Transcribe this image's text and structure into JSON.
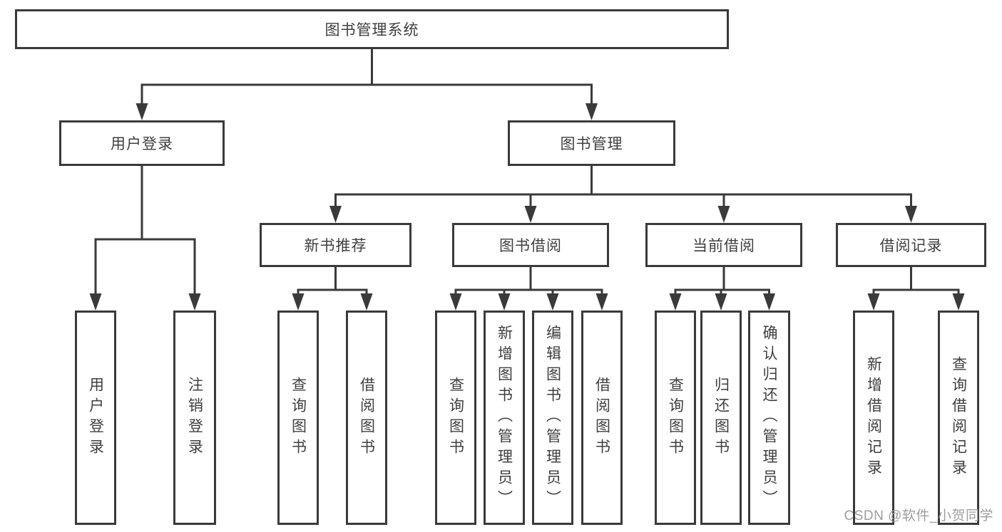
{
  "watermark": "CSDN @软件_小贺同学",
  "colors": {
    "border": "#3a3a3a",
    "text": "#3f3f3f",
    "line": "#3a3a3a",
    "watermark": "#9e9e9e",
    "background": "#ffffff"
  },
  "tree": {
    "root": {
      "label": "图书管理系统",
      "children": [
        {
          "label": "用户登录",
          "children": [
            {
              "label": "用户登录"
            },
            {
              "label": "注销登录"
            }
          ]
        },
        {
          "label": "图书管理",
          "children": [
            {
              "label": "新书推荐",
              "children": [
                {
                  "label": "查询图书"
                },
                {
                  "label": "借阅图书"
                }
              ]
            },
            {
              "label": "图书借阅",
              "children": [
                {
                  "label": "查询图书"
                },
                {
                  "label": "新增图书（管理员）"
                },
                {
                  "label": "编辑图书（管理员）"
                },
                {
                  "label": "借阅图书"
                }
              ]
            },
            {
              "label": "当前借阅",
              "children": [
                {
                  "label": "查询图书"
                },
                {
                  "label": "归还图书"
                },
                {
                  "label": "确认归还（管理员）"
                }
              ]
            },
            {
              "label": "借阅记录",
              "children": [
                {
                  "label": "新增借阅记录"
                },
                {
                  "label": "查询借阅记录"
                }
              ]
            }
          ]
        }
      ]
    }
  }
}
